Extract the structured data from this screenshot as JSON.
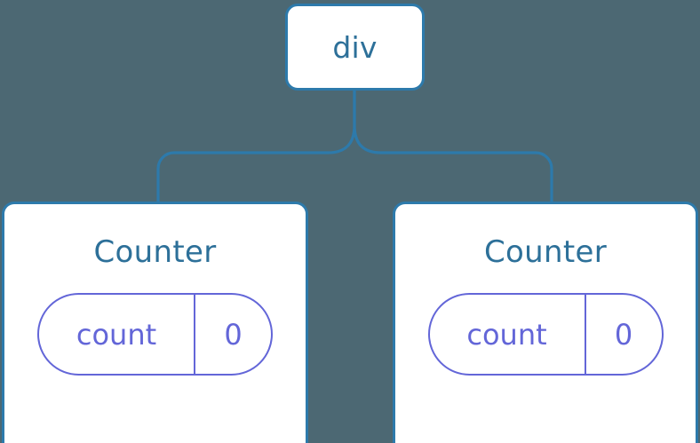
{
  "diagram": {
    "type": "component-tree",
    "background_color": "#4c6873",
    "node_border_color": "#2d7aab",
    "node_fill_color": "#ffffff",
    "node_title_color": "#2d7099",
    "state_pill_color": "#6366d8",
    "connector_color": "#2d7aab",
    "root": {
      "label": "div"
    },
    "children": [
      {
        "label": "Counter",
        "state": {
          "key": "count",
          "value": "0"
        }
      },
      {
        "label": "Counter",
        "state": {
          "key": "count",
          "value": "0"
        }
      }
    ]
  }
}
